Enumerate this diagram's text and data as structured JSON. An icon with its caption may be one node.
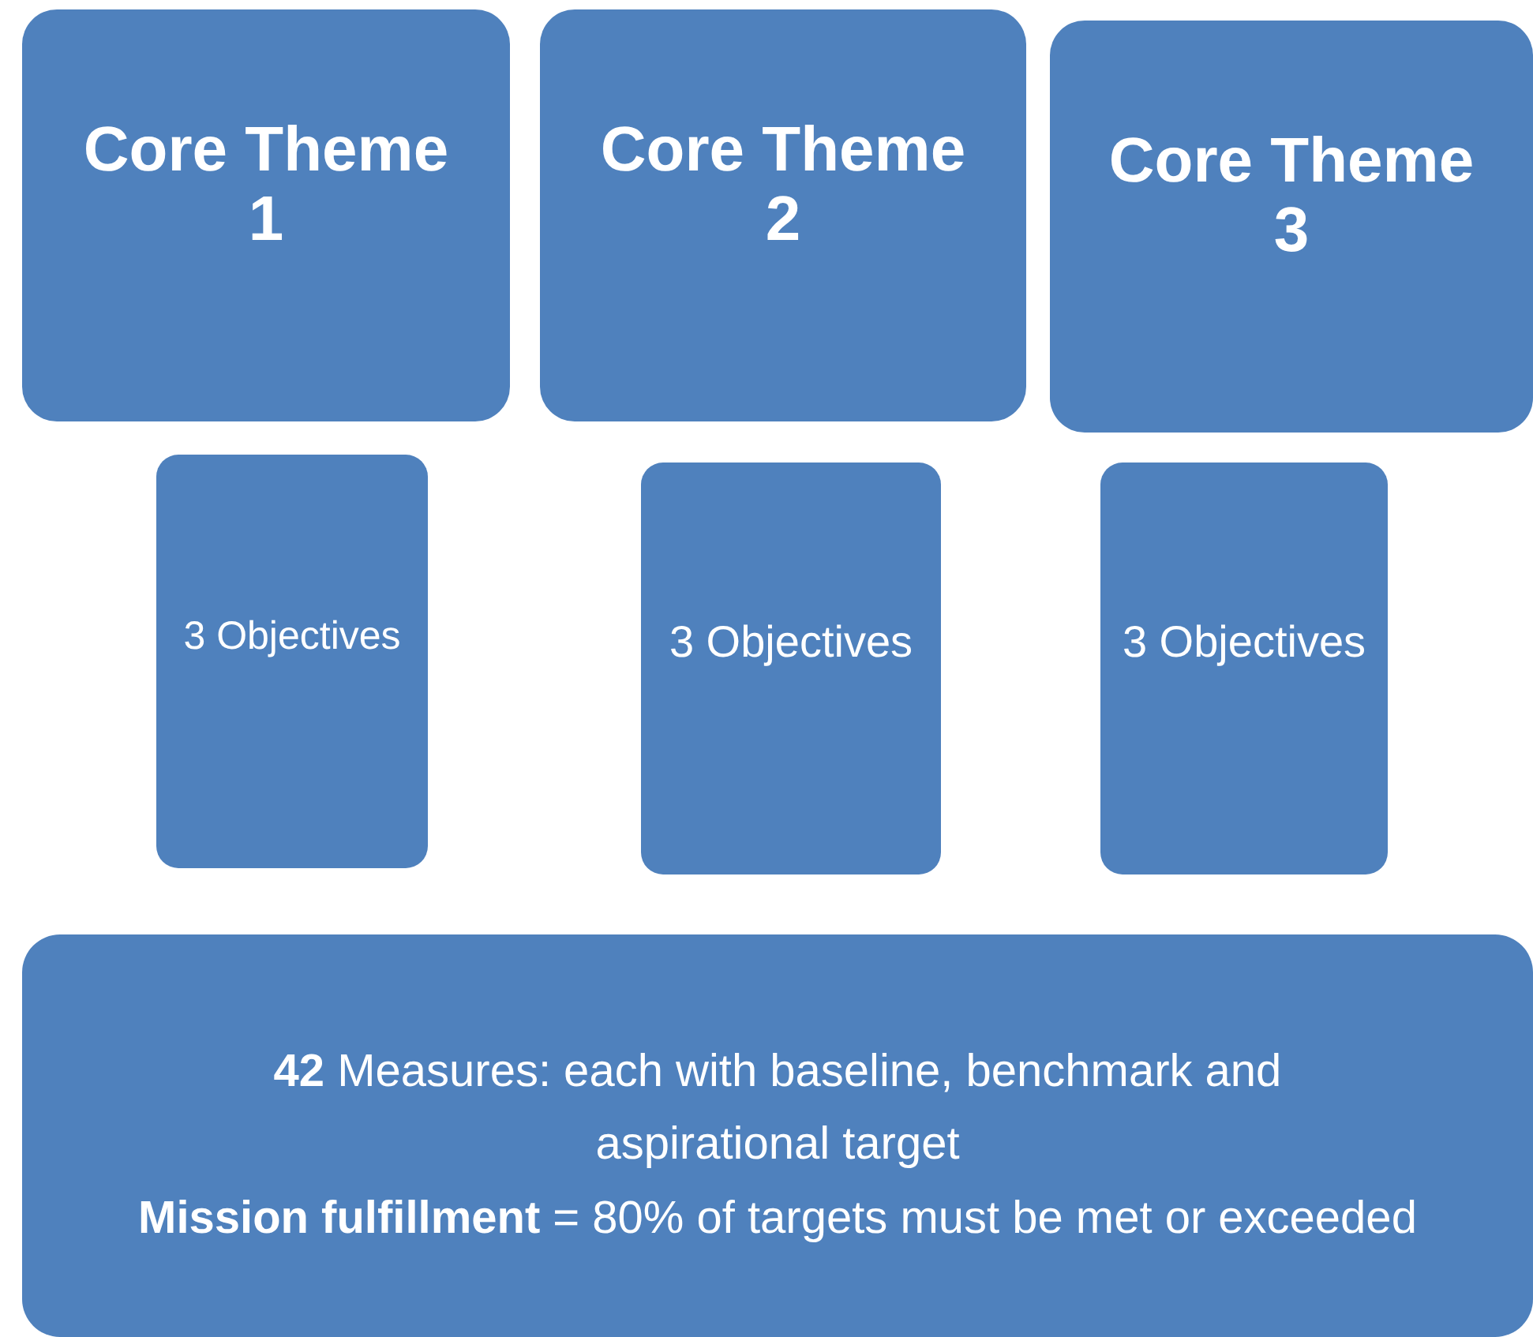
{
  "diagram": {
    "nodes": [
      {
        "text": [
          "Core Theme 1"
        ]
      },
      {
        "text": [
          "Core Theme 2"
        ]
      },
      {
        "text": [
          "Core Theme 3"
        ]
      },
      {
        "text": [
          "3 Objectives"
        ]
      },
      {
        "text": [
          "3 Objectives"
        ]
      },
      {
        "text": [
          "3 Objectives"
        ]
      },
      {
        "text": [
          "**42** Measures: each with baseline, benchmark and aspirational target",
          "**Mission fulfillment** = 80% of targets must be met or exceeded"
        ]
      }
    ]
  }
}
